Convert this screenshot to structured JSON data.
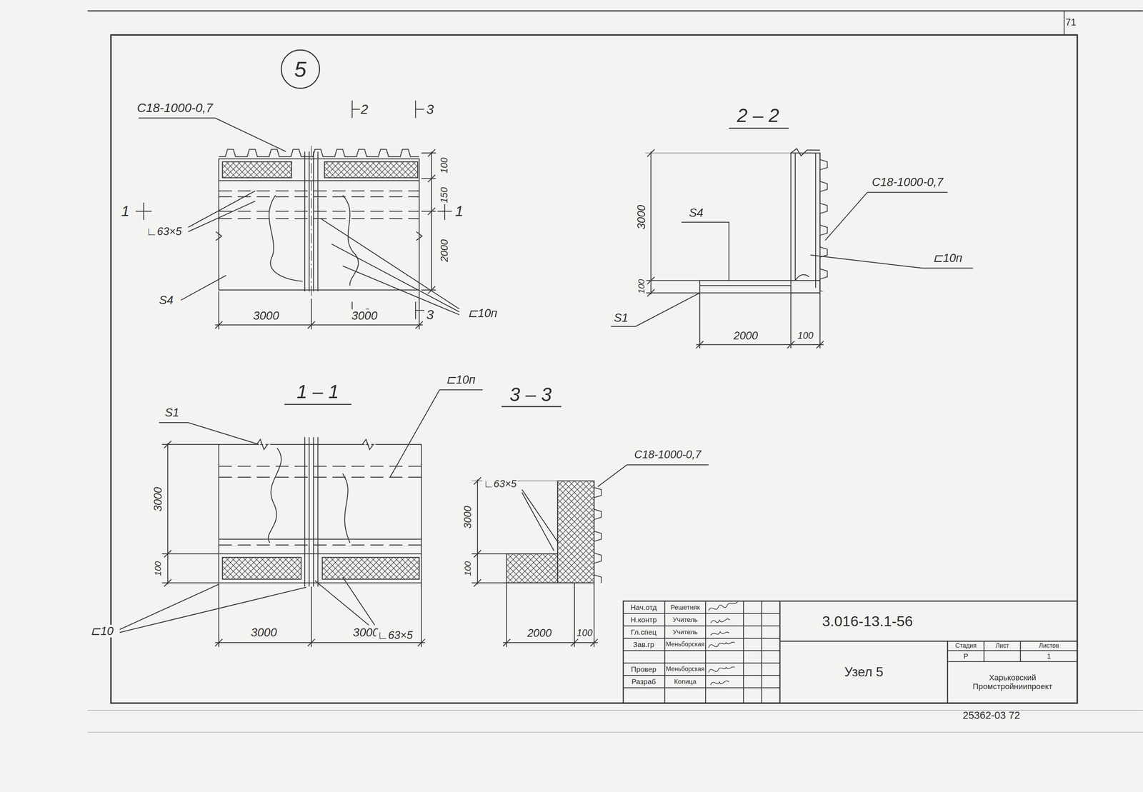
{
  "diagram": {
    "nodes": [
      {
        "text": [
          "5"
        ]
      }
    ],
    "labels": [
      "С18-1000-0,7",
      "2",
      "3",
      "1",
      "1",
      "∟63×5",
      "100",
      "150",
      "2000",
      "S4",
      "⊏10п",
      "2",
      "3",
      "3000",
      "3000",
      "2 – 2",
      "3000",
      "100",
      "S4",
      "С18-1000-0,7",
      "⊏10п",
      "S1",
      "2000",
      "100",
      "1 – 1",
      "S1",
      "⊏10п",
      "3000",
      "100",
      "⊏10",
      "3000",
      "3000",
      "∟63×5",
      "3 – 3",
      "С18-1000-0,7",
      "∟63×5",
      "3000",
      "100",
      "2000",
      "100",
      "Нач.отд",
      "Решетняк",
      "Н.контр",
      "Учитель",
      "Гл.спец",
      "Учитель",
      "Зав.гр",
      "Меньборская",
      "Провер",
      "Меньборская",
      "Разраб",
      "Копица",
      "3.016-13.1-56",
      "Узел 5",
      "Стадия",
      "Лист",
      "Листов",
      "Р",
      "1",
      "Харьковский Промстройниипроект",
      "25362-03 72",
      "71"
    ]
  }
}
